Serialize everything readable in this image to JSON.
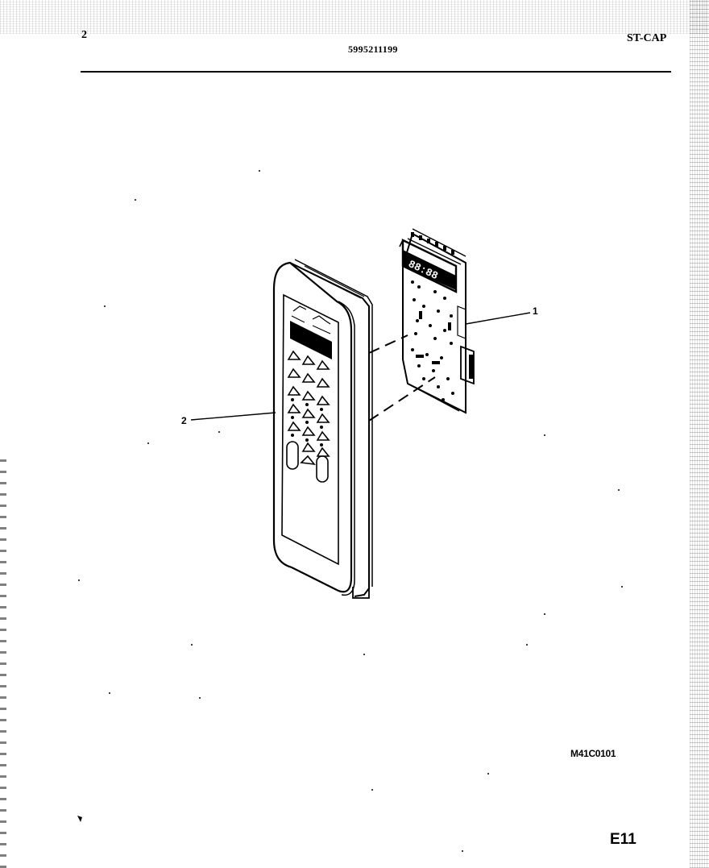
{
  "header": {
    "page_number": "2",
    "part_number": "5995211199",
    "section_code": "ST-CAP"
  },
  "callouts": {
    "item_1": "1",
    "item_2": "2"
  },
  "footer": {
    "drawing_number": "M41C0101",
    "sheet": "E11"
  },
  "display": {
    "digits": "88:88"
  }
}
